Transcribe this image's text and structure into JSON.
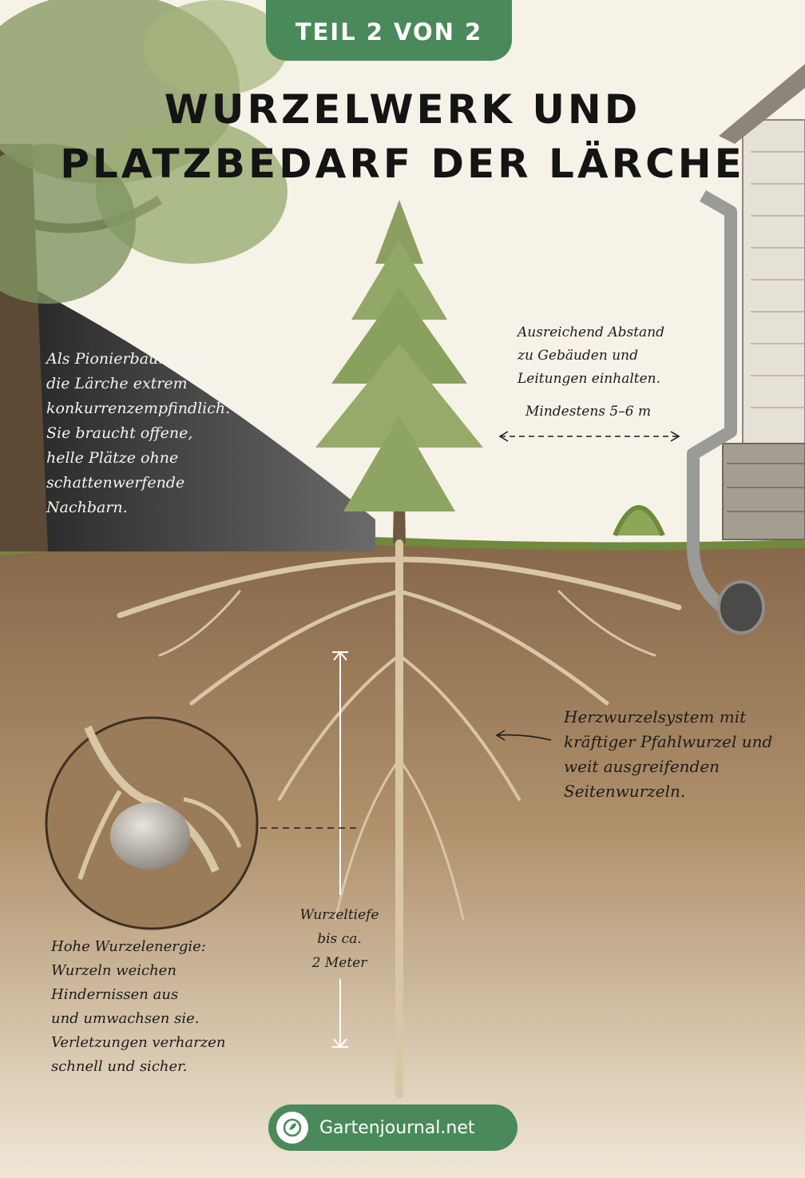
{
  "header": {
    "badge": "TEIL 2 VON 2",
    "title_line1": "WURZELWERK UND",
    "title_line2": "PLATZBEDARF DER LÄRCHE"
  },
  "annotations": {
    "pioneer": "Als Pionierbaum ist\ndie Lärche extrem\nkonkurrenzempfindlich.\nSie braucht offene,\nhelle Plätze ohne\nschattenwerfende\nNachbarn.",
    "distance": "Ausreichend Abstand\nzu Gebäuden und\nLeitungen einhalten.",
    "distance_min": "Mindestens 5–6 m",
    "root_system": "Herzwurzelsystem mit\nkräftiger Pfahlwurzel und\nweit ausgreifenden\nSeitenwurzeln.",
    "root_depth": "Wurzeltiefe\nbis ca.\n2 Meter",
    "root_energy": "Hohe Wurzelenergie:\nWurzeln weichen\nHindernissen aus\nund umwachsen sie.\nVerletzungen verharzen\nschnell und sicher."
  },
  "footer": {
    "brand": "Gartenjournal.net",
    "icon": "leaf-logo-icon"
  },
  "colors": {
    "accent_green": "#4a8a5a",
    "soil": "#8a6a48",
    "background": "#f6f2e8"
  }
}
